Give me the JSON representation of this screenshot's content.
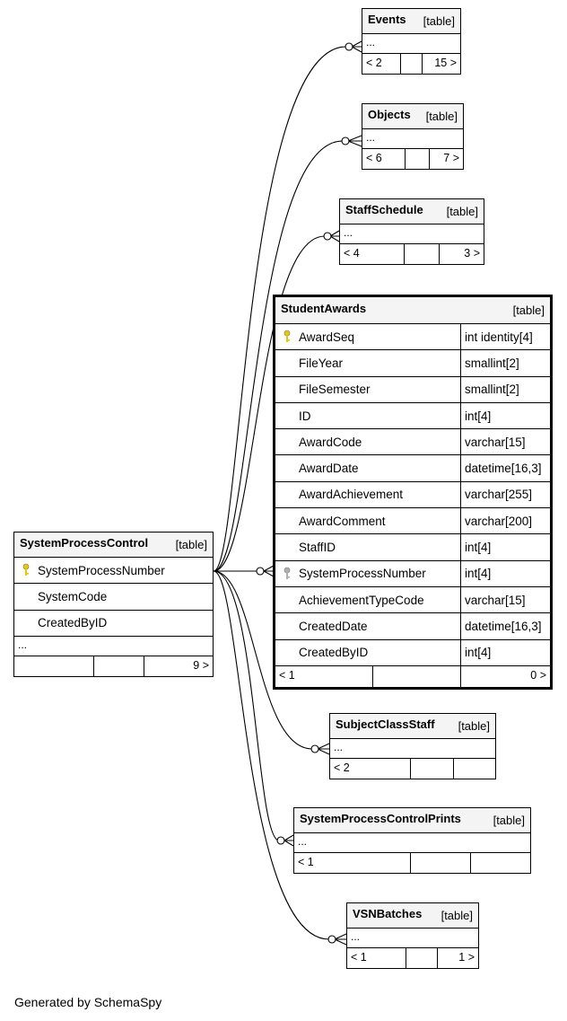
{
  "tables": {
    "events": {
      "name": "Events",
      "tag": "[table]",
      "ellipsis": "...",
      "left": "< 2",
      "right": "15 >"
    },
    "objects": {
      "name": "Objects",
      "tag": "[table]",
      "ellipsis": "...",
      "left": "< 6",
      "right": "7 >"
    },
    "staffschedule": {
      "name": "StaffSchedule",
      "tag": "[table]",
      "ellipsis": "...",
      "left": "< 4",
      "right": "3 >"
    },
    "studentawards": {
      "name": "StudentAwards",
      "tag": "[table]",
      "columns": [
        {
          "name": "AwardSeq",
          "type": "int identity[4]",
          "key": "primary"
        },
        {
          "name": "FileYear",
          "type": "smallint[2]",
          "key": ""
        },
        {
          "name": "FileSemester",
          "type": "smallint[2]",
          "key": ""
        },
        {
          "name": "ID",
          "type": "int[4]",
          "key": ""
        },
        {
          "name": "AwardCode",
          "type": "varchar[15]",
          "key": ""
        },
        {
          "name": "AwardDate",
          "type": "datetime[16,3]",
          "key": ""
        },
        {
          "name": "AwardAchievement",
          "type": "varchar[255]",
          "key": ""
        },
        {
          "name": "AwardComment",
          "type": "varchar[200]",
          "key": ""
        },
        {
          "name": "StaffID",
          "type": "int[4]",
          "key": ""
        },
        {
          "name": "SystemProcessNumber",
          "type": "int[4]",
          "key": "foreign"
        },
        {
          "name": "AchievementTypeCode",
          "type": "varchar[15]",
          "key": ""
        },
        {
          "name": "CreatedDate",
          "type": "datetime[16,3]",
          "key": ""
        },
        {
          "name": "CreatedByID",
          "type": "int[4]",
          "key": ""
        }
      ],
      "left": "< 1",
      "right": "0 >"
    },
    "systemprocesscontrol": {
      "name": "SystemProcessControl",
      "tag": "[table]",
      "columns": [
        {
          "name": "SystemProcessNumber",
          "key": "primary"
        },
        {
          "name": "SystemCode",
          "key": ""
        },
        {
          "name": "CreatedByID",
          "key": ""
        }
      ],
      "ellipsis": "...",
      "left": "",
      "right": "9 >"
    },
    "subjectclassstaff": {
      "name": "SubjectClassStaff",
      "tag": "[table]",
      "ellipsis": "...",
      "left": "< 2",
      "right": ""
    },
    "systemprocesscontrolprints": {
      "name": "SystemProcessControlPrints",
      "tag": "[table]",
      "ellipsis": "...",
      "left": "< 1",
      "right": ""
    },
    "vsnbatches": {
      "name": "VSNBatches",
      "tag": "[table]",
      "ellipsis": "...",
      "left": "< 1",
      "right": "1 >"
    }
  },
  "footer_text": "Generated by SchemaSpy",
  "colors": {
    "primary_key": "#e8c800",
    "foreign_key": "#b0b0b0",
    "header_bg": "#f4f4f4"
  }
}
